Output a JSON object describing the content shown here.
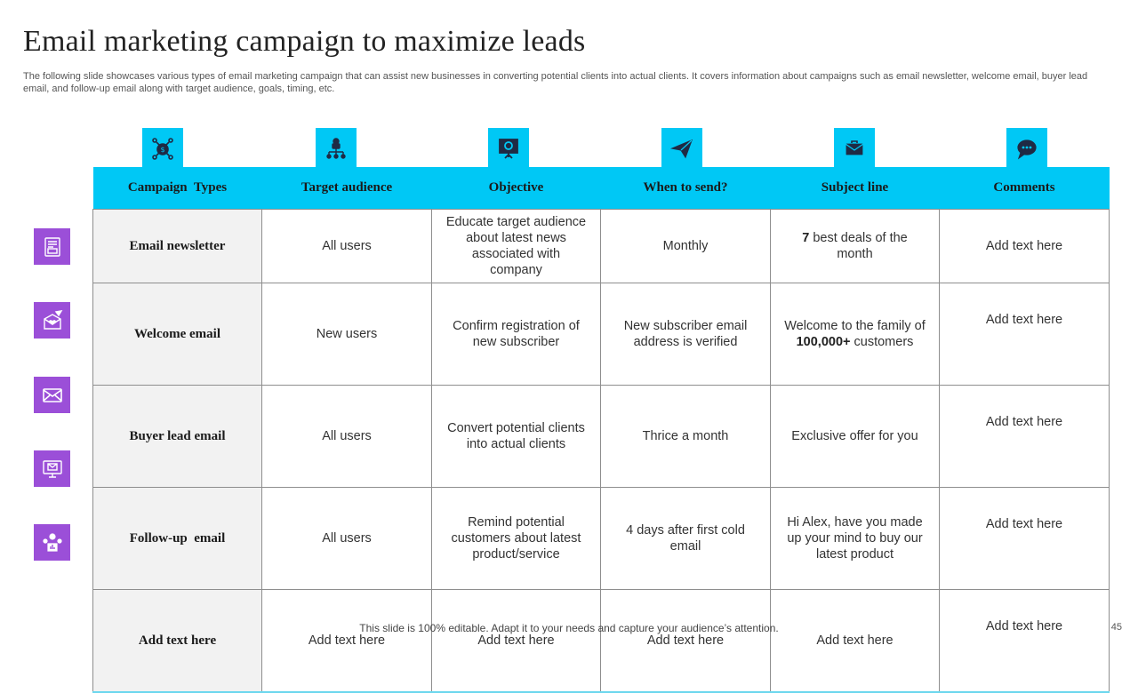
{
  "slide": {
    "title": "Email marketing campaign to maximize leads",
    "subtitle": "The following slide showcases various types of email marketing campaign that can assist new businesses in converting potential clients into actual clients. It covers information about campaigns such as email newsletter, welcome email, buyer lead email, and follow-up email along with target audience, goals, timing, etc.",
    "footer": "This slide is 100% editable. Adapt it to your needs and capture your audience’s attention.",
    "page_number": "45"
  },
  "colors": {
    "header_cyan": "#00c8f5",
    "row_icon_purple": "#9b4fd8",
    "type_cell_bg": "#f2f2f2"
  },
  "column_icons": [
    "money-bag-network-icon",
    "hierarchy-org-icon",
    "presentation-board-icon",
    "paper-plane-icon",
    "envelope-icon",
    "chat-bubble-icon"
  ],
  "row_icons": [
    "newsletter-icon",
    "heart-envelope-icon",
    "open-envelope-icon",
    "monitor-email-icon",
    "user-network-icon"
  ],
  "table": {
    "headers": [
      "Campaign  Types",
      "Target audience",
      "Objective",
      "When to send?",
      "Subject line",
      "Comments"
    ],
    "rows": [
      {
        "type": "Email newsletter",
        "audience": "All users",
        "objective": "Educate target audience about latest news associated with company",
        "when": "Monthly",
        "subject_pre": "",
        "subject_bold": "7",
        "subject_post": " best deals of the month",
        "comment": "Add text here"
      },
      {
        "type": "Welcome email",
        "audience": "New users",
        "objective": "Confirm registration of new subscriber",
        "when": "New subscriber email address is verified",
        "subject_pre": "Welcome to the family of ",
        "subject_bold": "100,000+",
        "subject_post": " customers",
        "comment": "Add text here"
      },
      {
        "type": "Buyer lead email",
        "audience": "All users",
        "objective": "Convert potential clients into actual clients",
        "when": "Thrice a month",
        "subject_pre": "Exclusive offer for you",
        "subject_bold": "",
        "subject_post": "",
        "comment": "Add text here"
      },
      {
        "type": "Follow-up  email",
        "audience": "All users",
        "objective": "Remind potential customers about latest product/service",
        "when": "4 days after first cold email",
        "subject_pre": "Hi Alex,  have you made up your mind to buy our latest product",
        "subject_bold": "",
        "subject_post": "",
        "comment": "Add text here"
      },
      {
        "type": "Add text here",
        "audience": "Add text here",
        "objective": "Add text here",
        "when": "Add text here",
        "subject_pre": "Add text here",
        "subject_bold": "",
        "subject_post": "",
        "comment": "Add text here"
      }
    ]
  }
}
